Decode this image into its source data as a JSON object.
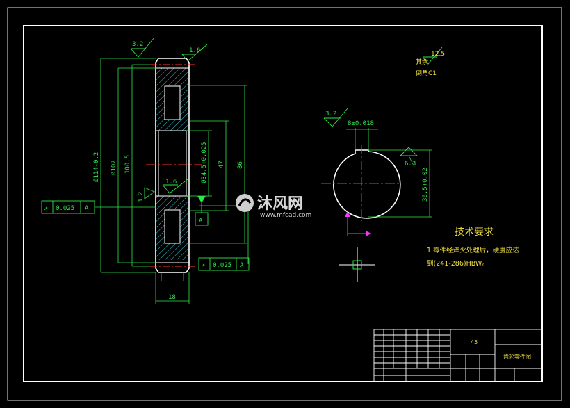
{
  "dimensions": {
    "dia_outer": "Ø114-0.2",
    "dia_root": "Ø107",
    "dia_pitch": "100.5",
    "dia_bore": "Ø34.5+0.025",
    "hub_47": "47",
    "hub_86": "86",
    "width": "18",
    "key_width": "8±0.018",
    "key_depth": "36.5+0.02"
  },
  "roughness": {
    "top_left": "3.2",
    "top_right": "1.6",
    "bore": "1.6",
    "face": "3.2",
    "key_top": "3.2",
    "key_side": "6.3",
    "rest_value": "12.5",
    "rest_label": "其余"
  },
  "chamfer_note": "倒角C1",
  "tolerance": {
    "left": {
      "symbol": "↗",
      "value": "0.025",
      "datum": "A"
    },
    "bottom": {
      "symbol": "↗",
      "value": "0.025",
      "datum": "A"
    },
    "datum_label": "A"
  },
  "tech_requirements": {
    "title": "技术要求",
    "line1": "1.零件经淬火处理后，硬度应达",
    "line2": "到(241-286)HBW。"
  },
  "watermark": {
    "brand": "沐风网",
    "url": "www.mfcad.com"
  },
  "title_block": {
    "material": "45",
    "part_name": "齿轮零件图"
  }
}
